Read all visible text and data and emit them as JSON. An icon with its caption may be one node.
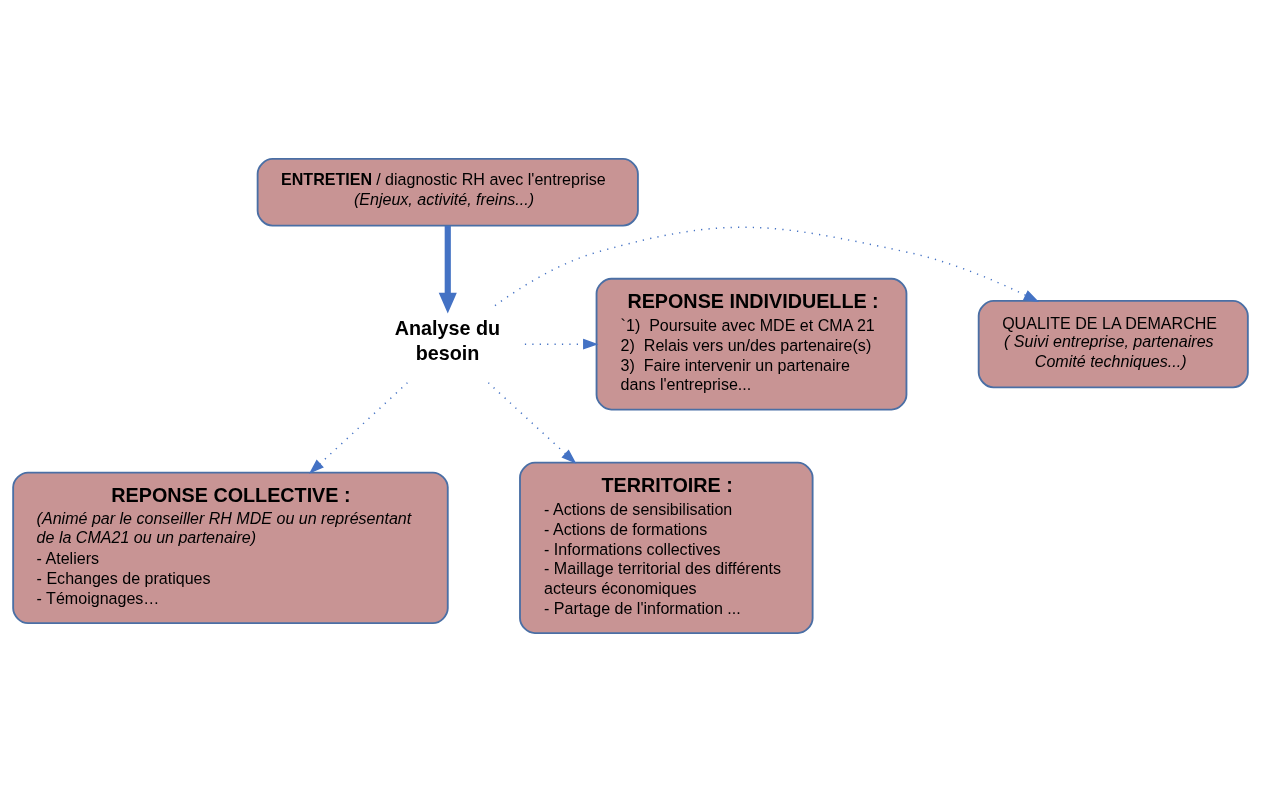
{
  "diagram": {
    "nodes": [
      {
        "text": [
          "**ENTRETIEN**/ diagnostic RH avec l'entreprise",
          "(Enjeux, activité, freins...)"
        ]
      },
      {
        "text": [
          "QUALITE DE LA DEMARCHE",
          "( Suivi entreprise, partenaires Comité techniques...)"
        ]
      },
      {
        "text": [
          "REPONSE INDIVIDUELLE :",
          "`1)  Poursuite avec MDE et CMA 21",
          "2)  Relais vers un/des partenaire(s)",
          "3)  Faire intervenir un partenaire dans l'entreprise..."
        ]
      },
      {
        "text": [
          "Analyse du besoin"
        ]
      },
      {
        "text": [
          "REPONSE COLLECTIVE :",
          "(Animé par le conseiller RH MDE ou un représentant de la CMA21 ou un partenaire)",
          "- Ateliers",
          "- Echanges de pratiques",
          "- Témoignages…"
        ]
      },
      {
        "text": [
          "TERRITOIRE :",
          "- Actions de sensibilisation",
          "- Actions de formations",
          "- Informations collectives",
          "- Maillage territorial des différents acteurs économiques",
          "- Partage de l'information ..."
        ]
      }
    ],
    "edges": [
      {
        "from": 0,
        "to": 3,
        "arrow": "to",
        "style": "thick"
      },
      {
        "from": 3,
        "to": 1,
        "arrow": "to",
        "style": "dashed"
      },
      {
        "from": 3,
        "to": 2,
        "arrow": "to",
        "style": "dashed"
      },
      {
        "from": 3,
        "to": 4,
        "arrow": "to",
        "style": "dashed"
      },
      {
        "from": 3,
        "to": 5,
        "arrow": "to",
        "style": "dashed"
      }
    ]
  }
}
